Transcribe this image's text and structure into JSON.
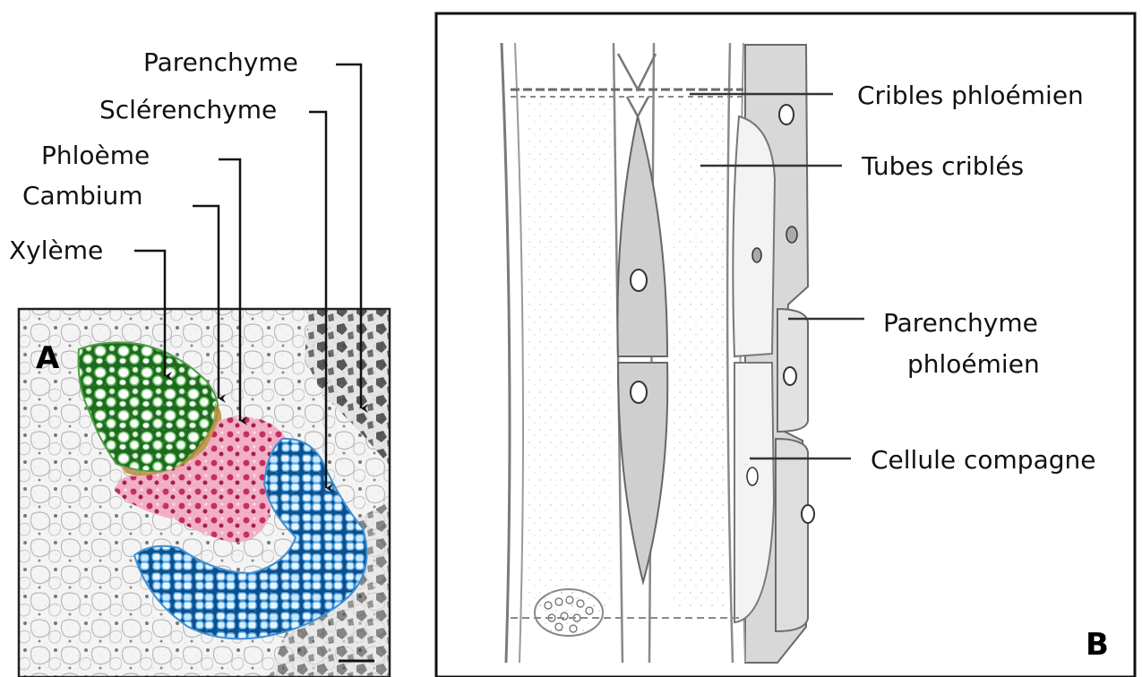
{
  "panel_a": {
    "letter": "A",
    "labels": {
      "parenchyme": "Parenchyme",
      "sclerenchyme": "Sclérenchyme",
      "phloeme": "Phloème",
      "cambium": "Cambium",
      "xyleme": "Xylème"
    },
    "colors": {
      "xyleme": "#3f9a3a",
      "cambium": "#b88a3a",
      "phloeme": "#d9376a",
      "sclerenchyme": "#2f86c8"
    }
  },
  "panel_b": {
    "letter": "B",
    "labels": {
      "cribles": "Cribles phloémien",
      "tubes": "Tubes criblés",
      "parenchyme_line1": "Parenchyme",
      "parenchyme_line2": "phloémien",
      "cellule": "Cellule compagne"
    }
  }
}
